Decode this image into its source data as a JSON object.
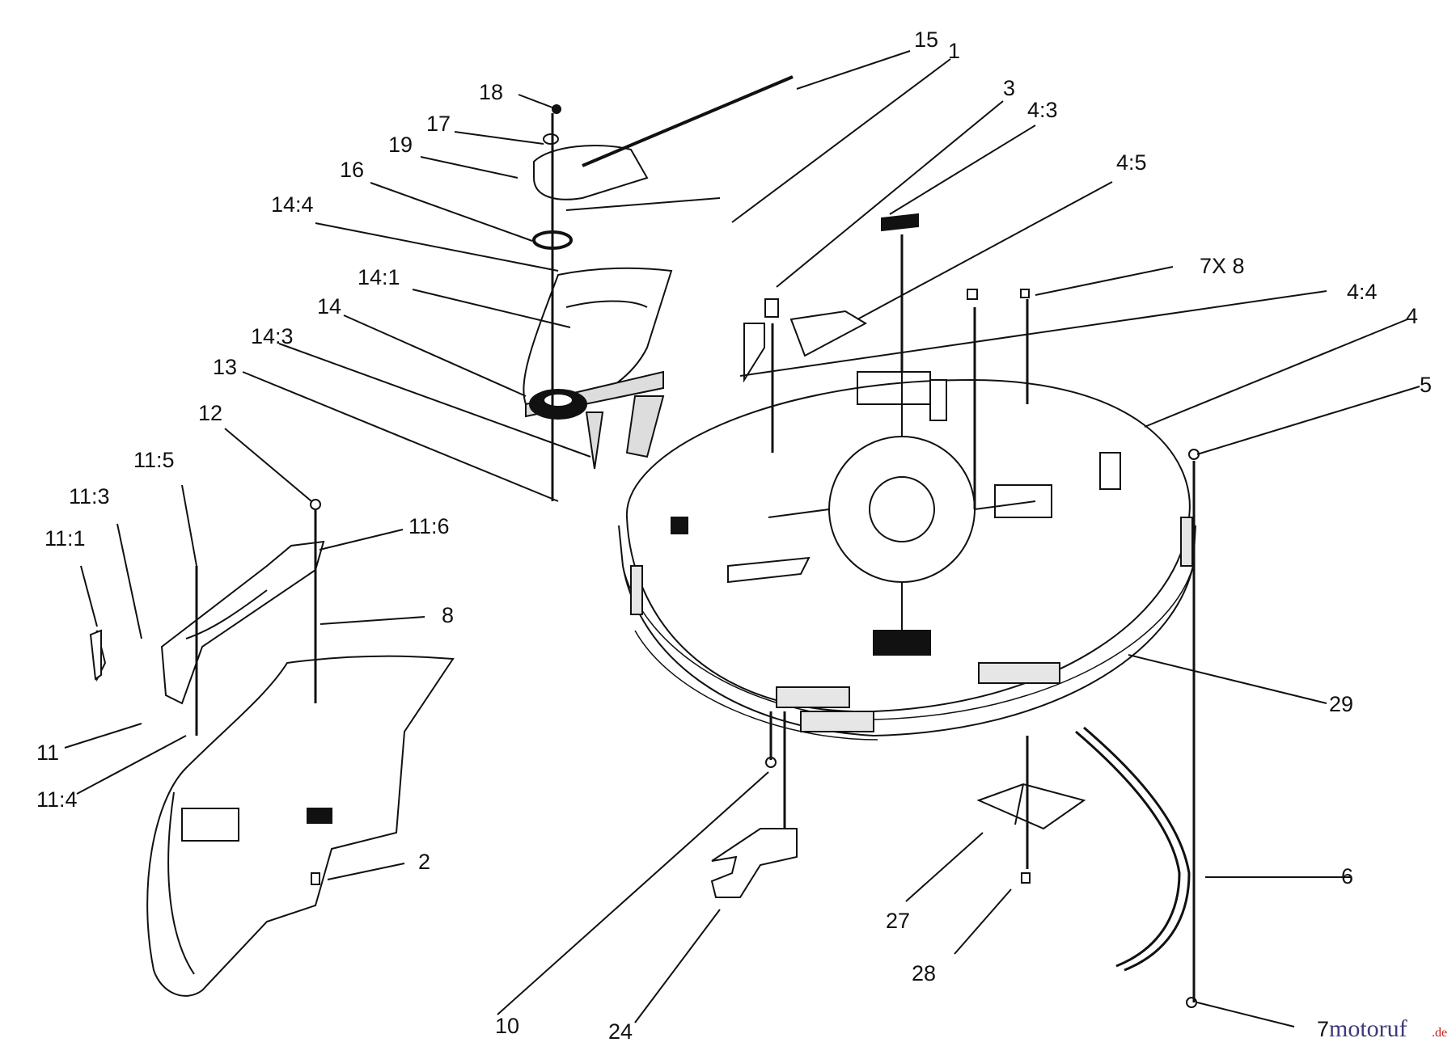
{
  "diagram": {
    "callouts": {
      "c15": "15",
      "c1": "1",
      "c3": "3",
      "c4_3": "4:3",
      "c4_5": "4:5",
      "c18": "18",
      "c17": "17",
      "c19": "19",
      "c16": "16",
      "c14_4": "14:4",
      "c14_1": "14:1",
      "c14": "14",
      "c14_3": "14:3",
      "c13": "13",
      "c12": "12",
      "c11_5": "11:5",
      "c11_3": "11:3",
      "c11_1": "11:1",
      "c11_6": "11:6",
      "c8": "8",
      "c11": "11",
      "c11_4": "11:4",
      "c2": "2",
      "c7x8": "7X 8",
      "c4_4": "4:4",
      "c4": "4",
      "c5": "5",
      "c29": "29",
      "c6": "6",
      "c27": "27",
      "c28": "28",
      "c10": "10",
      "c24": "24",
      "c7": "7"
    },
    "watermark": {
      "main": "motoruf",
      "suffix": ".de"
    },
    "colors": {
      "ink": "#111111",
      "shade": "#d8d8d8",
      "paper": "#ffffff"
    }
  }
}
